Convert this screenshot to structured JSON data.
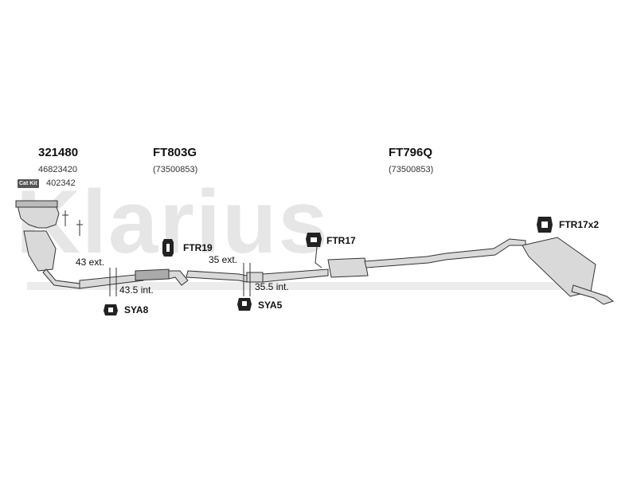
{
  "watermark": "Klarius",
  "parts": {
    "cat": {
      "code": "321480",
      "ref1": "46823420",
      "catkit_label": "Cat Kit",
      "ref2": "402342"
    },
    "front": {
      "code": "FT803G",
      "ref": "(73500853)"
    },
    "rear": {
      "code": "FT796Q",
      "ref": "(73500853)"
    }
  },
  "fittings": {
    "ftr19": "FTR19",
    "ftr17": "FTR17",
    "ftr17x2": "FTR17x2",
    "sya8": "SYA8",
    "sya5": "SYA5"
  },
  "dimensions": {
    "d1": "43 ext.",
    "d2": "43.5 int.",
    "d3": "35 ext.",
    "d4": "35.5 int."
  },
  "colors": {
    "pipe_stroke": "#333333",
    "pipe_fill": "#d9d9d9",
    "watermark": "#e6e6e6"
  }
}
